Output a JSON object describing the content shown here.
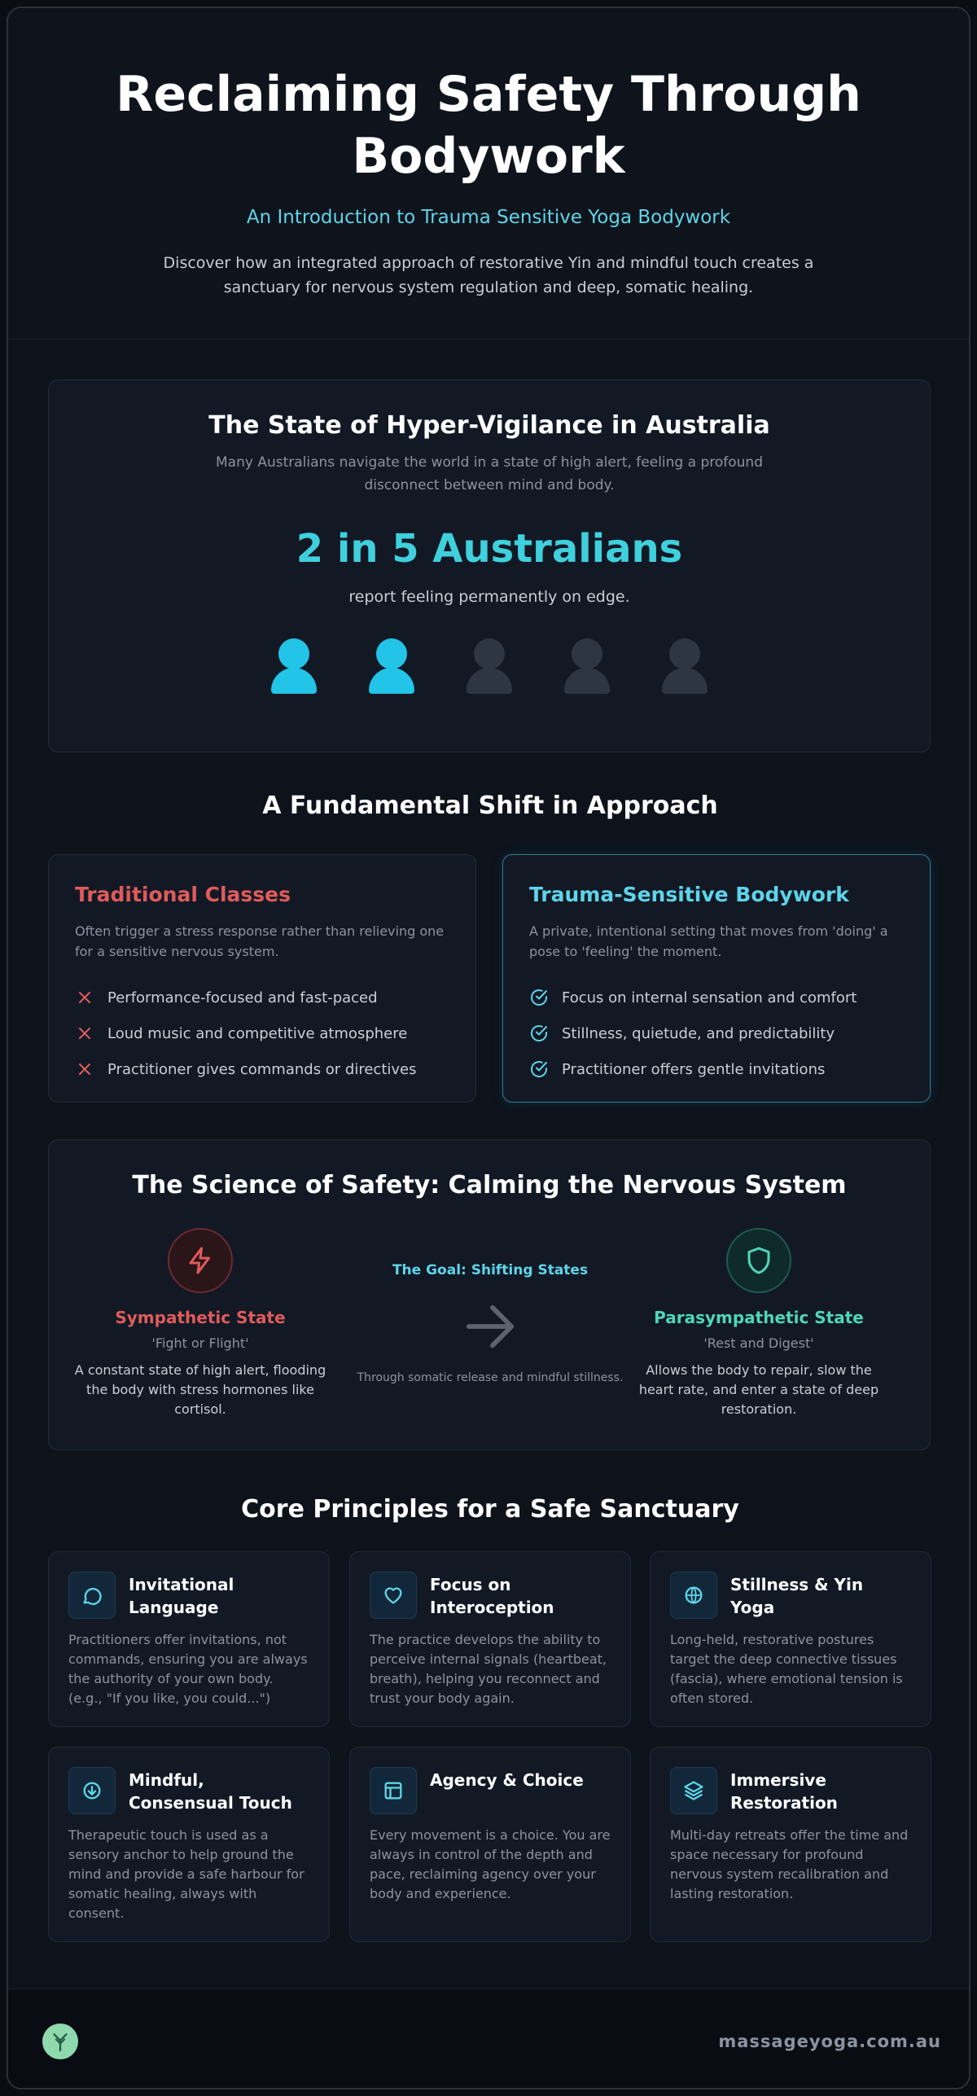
{
  "hero": {
    "title": "Reclaiming Safety Through Bodywork",
    "subtitle": "An Introduction to Trauma Sensitive Yoga Bodywork",
    "description": "Discover how an integrated approach of restorative Yin and mindful touch creates a sanctuary for nervous system regulation and deep, somatic healing."
  },
  "hypervigilance": {
    "title": "The State of Hyper-Vigilance in Australia",
    "lead": "Many Australians navigate the world in a state of high alert, feeling a profound disconnect between mind and body.",
    "stat": "2 in 5 Australians",
    "stat_note": "report feeling permanently on edge.",
    "highlighted": 2,
    "total": 5,
    "colors": {
      "highlight": "#22c4e8",
      "muted": "#2f3643"
    }
  },
  "shift": {
    "title": "A Fundamental Shift in Approach",
    "traditional": {
      "title": "Traditional Classes",
      "description": "Often trigger a stress response rather than relieving one for a sensitive nervous system.",
      "items": [
        "Performance-focused and fast-paced",
        "Loud music and competitive atmosphere",
        "Practitioner gives commands or directives"
      ],
      "icon": "x-icon",
      "color": "#e05b5b"
    },
    "trauma": {
      "title": "Trauma-Sensitive Bodywork",
      "description": "A private, intentional setting that moves from 'doing' a pose to 'feeling' the moment.",
      "items": [
        "Focus on internal sensation and comfort",
        "Stillness, quietude, and predictability",
        "Practitioner offers gentle invitations"
      ],
      "icon": "check-circle-icon",
      "color": "#5fd4e8"
    }
  },
  "science": {
    "title": "The Science of Safety: Calming the Nervous System",
    "sympathetic": {
      "name": "Sympathetic State",
      "tag": "'Fight or Flight'",
      "description": "A constant state of high alert, flooding the body with stress hormones like cortisol.",
      "icon": "lightning-icon",
      "color": "#e05b5b"
    },
    "goal": "The Goal: Shifting States",
    "via": "Through somatic release and mindful stillness.",
    "parasympathetic": {
      "name": "Parasympathetic State",
      "tag": "'Rest and Digest'",
      "description": "Allows the body to repair, slow the heart rate, and enter a state of deep restoration.",
      "icon": "shield-icon",
      "color": "#4fd6b8"
    }
  },
  "principles": {
    "title": "Core Principles for a Safe Sanctuary",
    "items": [
      {
        "title": "Invitational Language",
        "description": "Practitioners offer invitations, not commands, ensuring you are always the authority of your own body. (e.g., \"If you like, you could...\")",
        "icon": "speech-bubble-icon"
      },
      {
        "title": "Focus on Interoception",
        "description": "The practice develops the ability to perceive internal signals (heartbeat, breath), helping you reconnect and trust your body again.",
        "icon": "heart-icon"
      },
      {
        "title": "Stillness & Yin Yoga",
        "description": "Long-held, restorative postures target the deep connective tissues (fascia), where emotional tension is often stored.",
        "icon": "globe-icon"
      },
      {
        "title": "Mindful, Consensual Touch",
        "description": "Therapeutic touch is used as a sensory anchor to help ground the mind and provide a safe harbour for somatic healing, always with consent.",
        "icon": "arrow-down-circle-icon"
      },
      {
        "title": "Agency & Choice",
        "description": "Every movement is a choice. You are always in control of the depth and pace, reclaiming agency over your body and experience.",
        "icon": "layout-icon"
      },
      {
        "title": "Immersive Restoration",
        "description": "Multi-day retreats offer the time and space necessary for profound nervous system recalibration and lasting restoration.",
        "icon": "layers-icon"
      }
    ]
  },
  "footer": {
    "site": "massageyoga.com.au",
    "logo_icon": "tree-logo-icon"
  }
}
